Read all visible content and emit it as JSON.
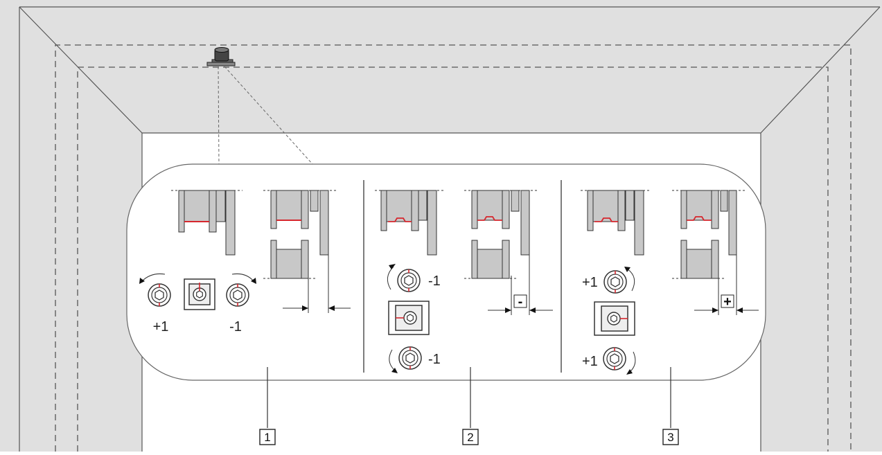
{
  "steps": [
    {
      "number": "1",
      "left_value": "+1",
      "right_value": "-1",
      "gap_label": ""
    },
    {
      "number": "2",
      "upper_value": "-1",
      "lower_value": "-1",
      "gap_label": "-"
    },
    {
      "number": "3",
      "upper_value": "+1",
      "lower_value": "+1",
      "gap_label": "+"
    }
  ],
  "colors": {
    "frame": "#e0e0e0",
    "wall": "#ffffff",
    "accent": "#d6262d",
    "hinge_gray": "#c8c8c8"
  },
  "icons": [
    "adjustment-screw-icon",
    "hinge-block-icon",
    "rotate-ccw-arrow-icon",
    "rotate-cw-arrow-icon",
    "hinge-detail-icon"
  ]
}
